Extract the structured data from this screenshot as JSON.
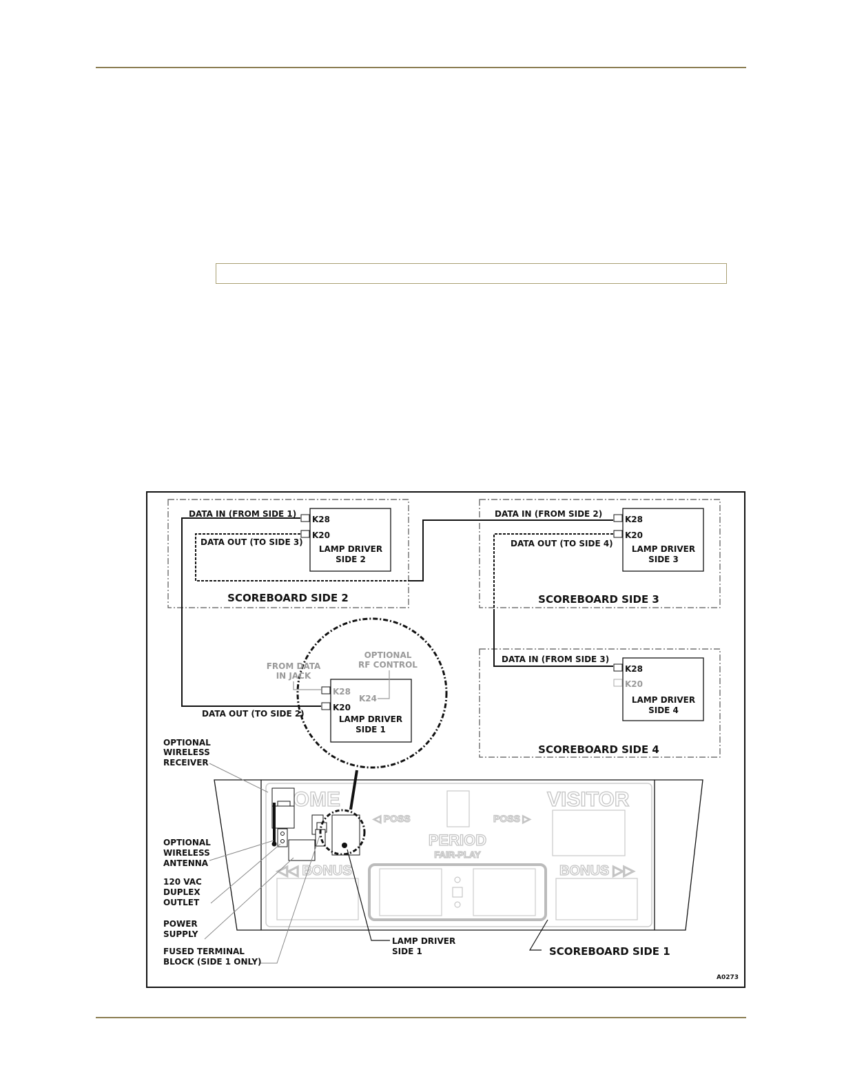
{
  "figure": {
    "id": "A0273",
    "side2": {
      "title": "SCOREBOARD SIDE 2",
      "data_in": "DATA IN (FROM SIDE 1)",
      "data_out": "DATA OUT (TO SIDE 3)",
      "k28": "K28",
      "k20": "K20",
      "driver_line1": "LAMP DRIVER",
      "driver_line2": "SIDE 2"
    },
    "side3": {
      "title": "SCOREBOARD SIDE 3",
      "data_in": "DATA IN (FROM SIDE 2)",
      "data_out": "DATA OUT (TO SIDE 4)",
      "k28": "K28",
      "k20": "K20",
      "driver_line1": "LAMP DRIVER",
      "driver_line2": "SIDE 3"
    },
    "side4": {
      "title": "SCOREBOARD SIDE 4",
      "data_in": "DATA IN (FROM SIDE 3)",
      "k28": "K28",
      "k20": "K20",
      "driver_line1": "LAMP DRIVER",
      "driver_line2": "SIDE 4"
    },
    "side1_detail": {
      "from_data_line1": "FROM DATA",
      "from_data_line2": "IN JACK",
      "optional_rf_line1": "OPTIONAL",
      "optional_rf_line2": "RF CONTROL",
      "k28": "K28",
      "k20": "K20",
      "k24": "K24",
      "data_out": "DATA OUT (TO SIDE 2)",
      "driver_line1": "LAMP DRIVER",
      "driver_line2": "SIDE 1"
    },
    "scoreboard_graphics": {
      "home": "HOME",
      "visitor": "VISITOR",
      "poss_left": "◁ POSS",
      "poss_right": "POSS ▷",
      "period": "PERIOD",
      "brand": "FAIR-PLAY",
      "bonus_left": "◁◁ BONUS",
      "bonus_right": "BONUS ▷▷"
    },
    "callouts": {
      "wireless_receiver": [
        "OPTIONAL",
        "WIRELESS",
        "RECEIVER"
      ],
      "wireless_antenna": [
        "OPTIONAL",
        "WIRELESS",
        "ANTENNA"
      ],
      "duplex_outlet": [
        "120 VAC",
        "DUPLEX",
        "OUTLET"
      ],
      "power_supply": [
        "POWER",
        "SUPPLY"
      ],
      "fused_terminal": [
        "FUSED TERMINAL",
        "BLOCK (SIDE 1 ONLY)"
      ],
      "lamp_driver_side1": [
        "LAMP DRIVER",
        "SIDE 1"
      ],
      "scoreboard_side1": "SCOREBOARD SIDE 1"
    }
  }
}
